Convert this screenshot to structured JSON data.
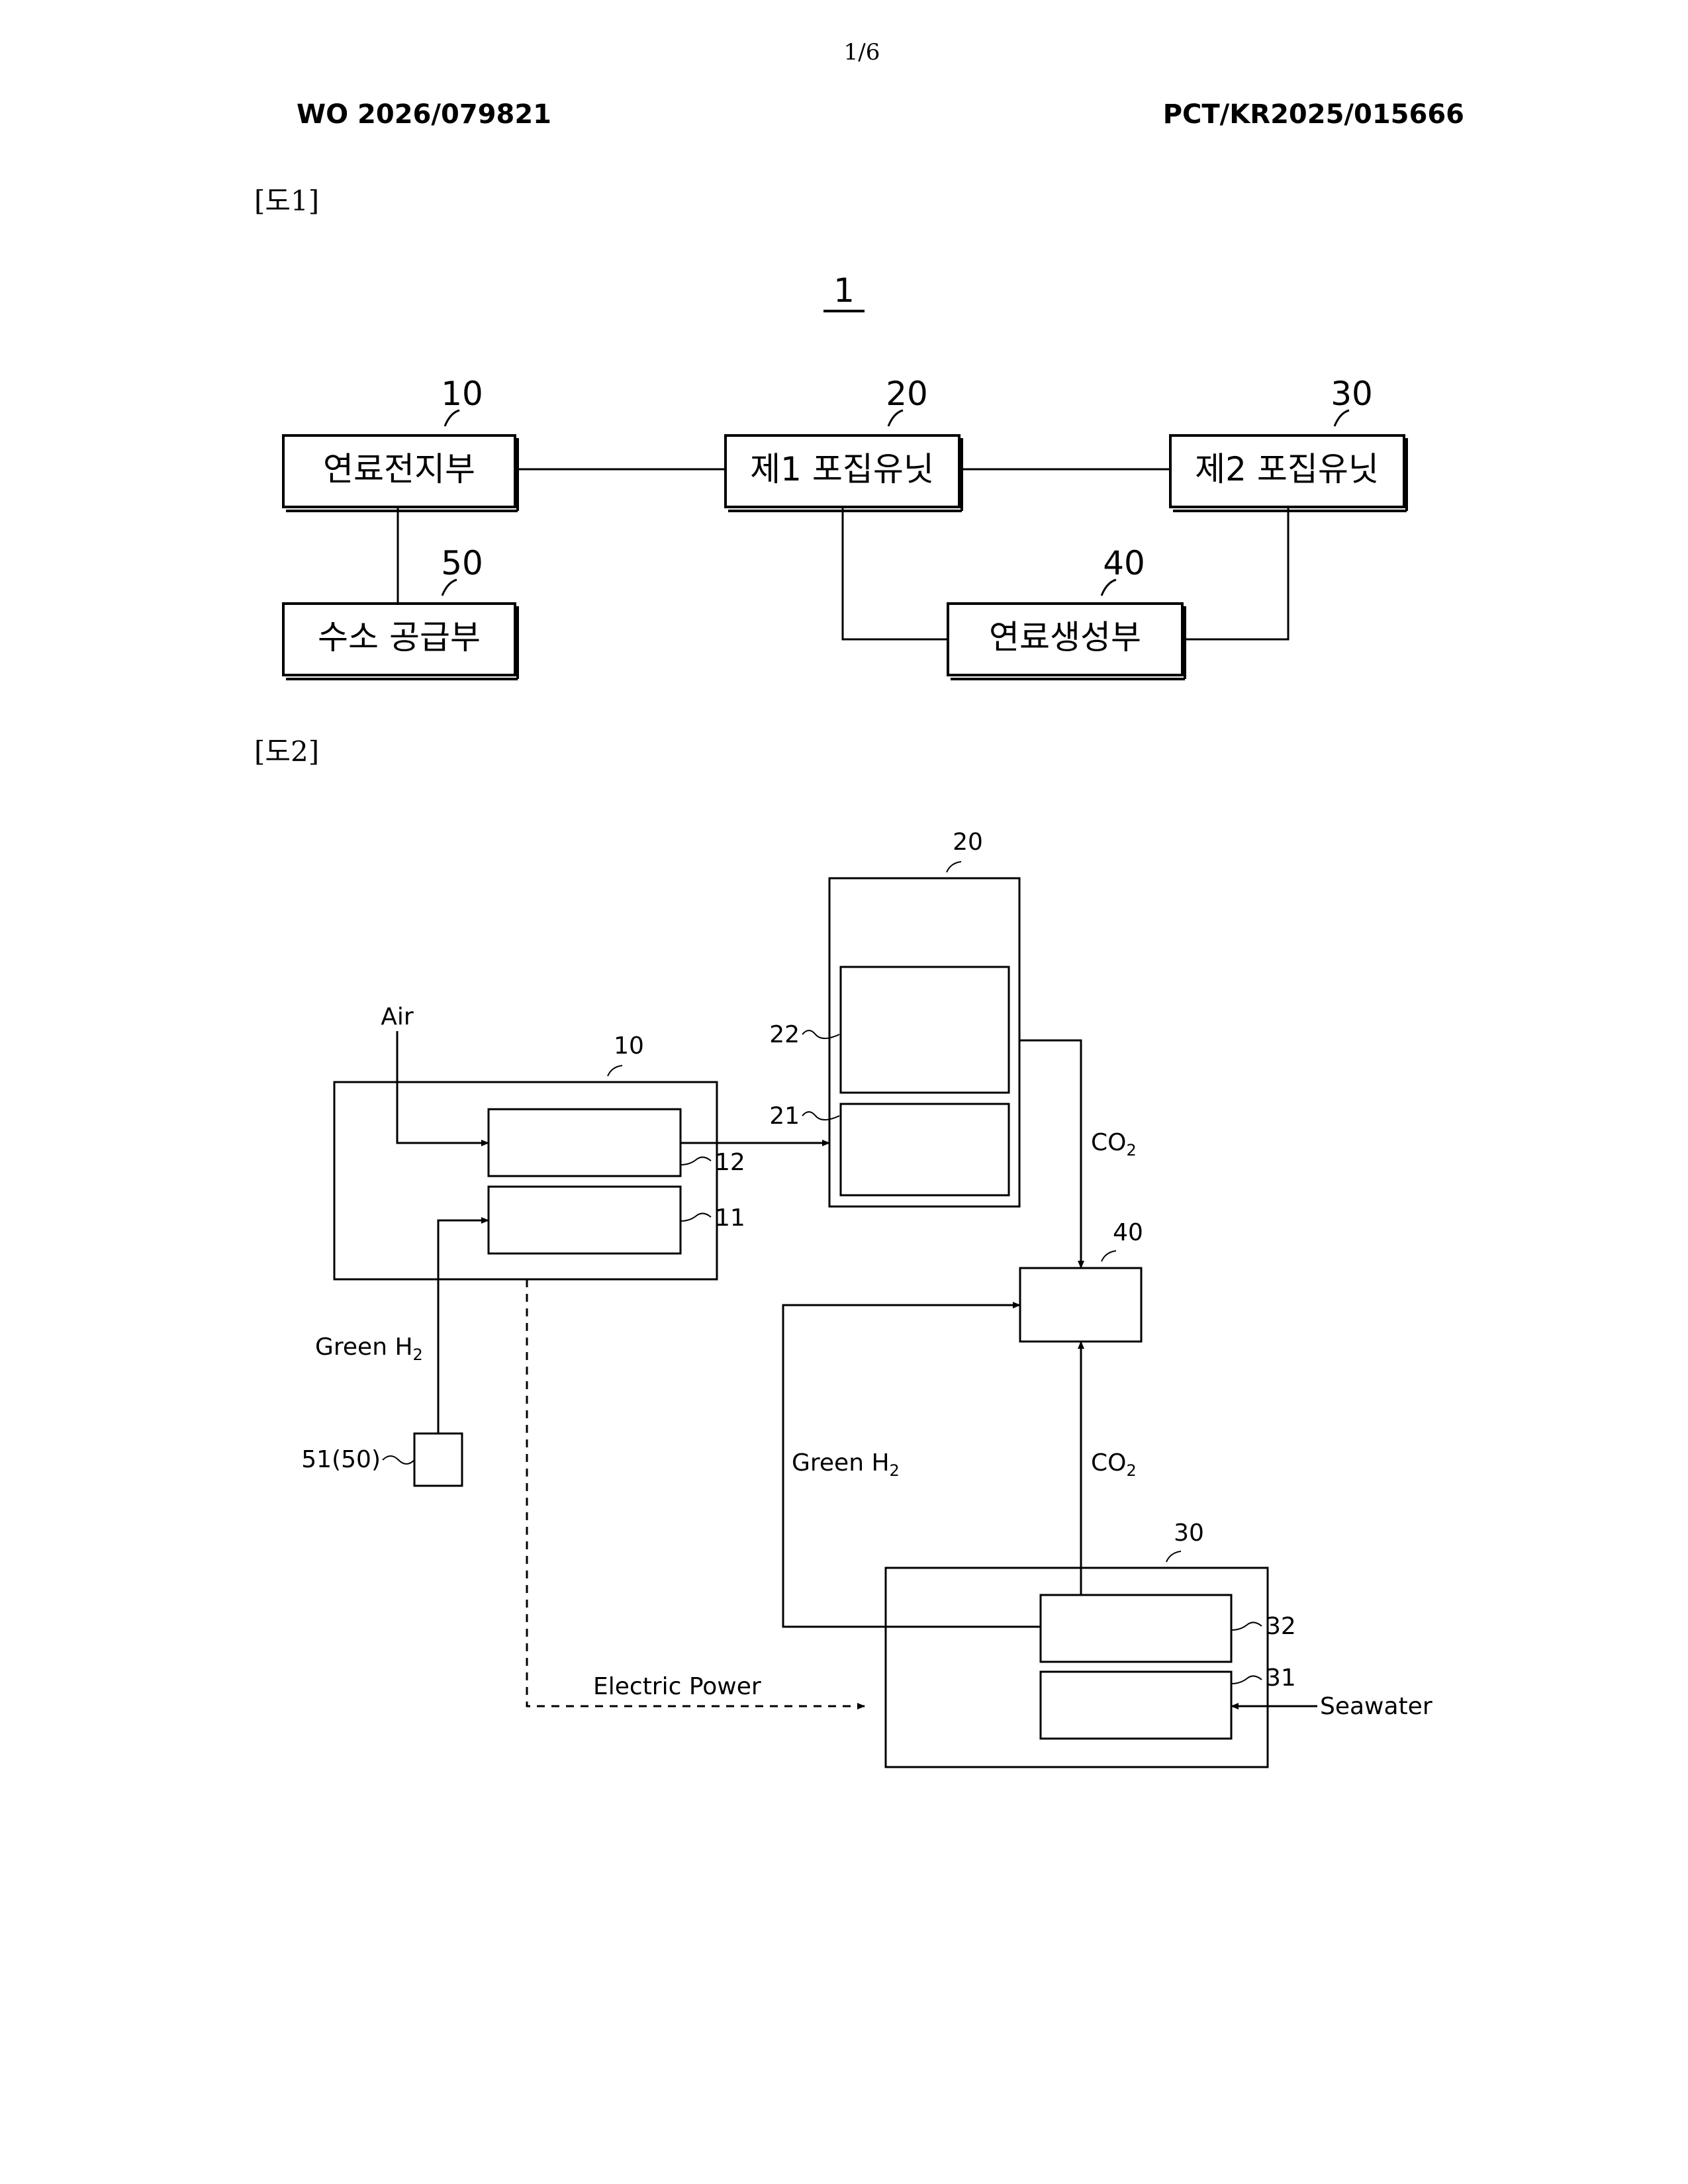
{
  "header": {
    "page_number": "1/6",
    "publication_number": "WO 2026/079821",
    "application_number": "PCT/KR2025/015666"
  },
  "figure1": {
    "caption": "[도1]",
    "system_ref": "1",
    "blocks": {
      "fuel_cell": {
        "ref": "10",
        "label": "연료전지부"
      },
      "first_capture": {
        "ref": "20",
        "label": "제1 포집유닛"
      },
      "second_capture": {
        "ref": "30",
        "label": "제2 포집유닛"
      },
      "fuel_generation": {
        "ref": "40",
        "label": "연료생성부"
      },
      "hydrogen_supply": {
        "ref": "50",
        "label": "수소 공급부"
      }
    }
  },
  "figure2": {
    "caption": "[도2]",
    "refs": {
      "fuel_cell": "10",
      "stack_11": "11",
      "stack_12": "12",
      "first_capture": "20",
      "sub_21": "21",
      "sub_22": "22",
      "second_capture": "30",
      "sub_31": "31",
      "sub_32": "32",
      "fuel_generation": "40",
      "hydrogen_source": "51(50)"
    },
    "labels": {
      "air": "Air",
      "green_h2_left": "Green H",
      "green_h2_right": "Green H",
      "h2_subscript": "2",
      "co2_top": "CO",
      "co2_bottom": "CO",
      "co2_subscript": "2",
      "electric_power": "Electric Power",
      "seawater": "Seawater"
    }
  }
}
